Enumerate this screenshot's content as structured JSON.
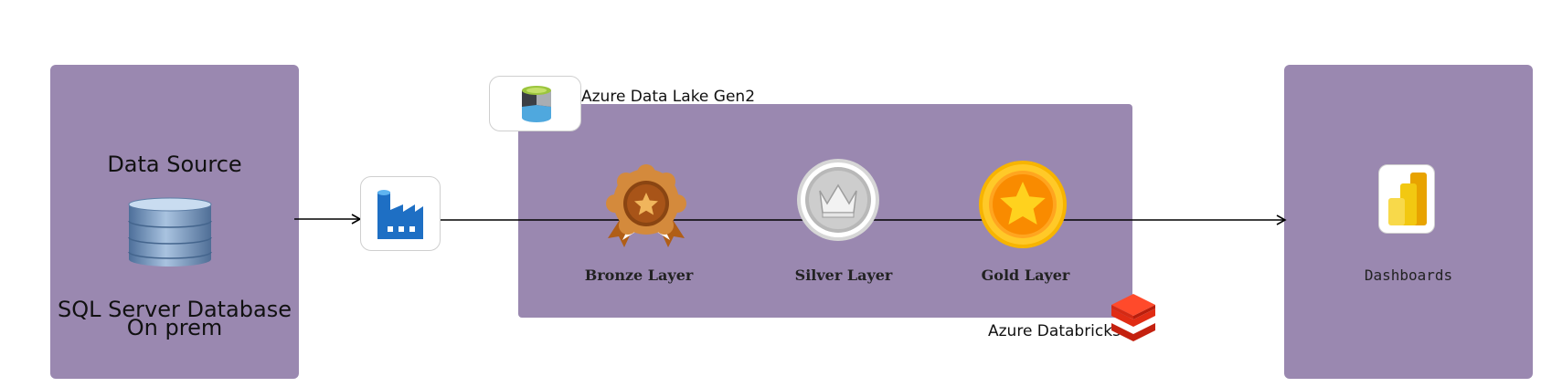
{
  "source": {
    "title": "Data Source",
    "subtitle_line1": "SQL Server Database",
    "subtitle_line2": "On prem"
  },
  "lake": {
    "label": "Azure Data Lake Gen2"
  },
  "layers": {
    "bronze": "Bronze Layer",
    "silver": "Silver Layer",
    "gold": "Gold Layer"
  },
  "databricks": {
    "label": "Azure Databricks"
  },
  "dashboard": {
    "label": "Dashboards"
  },
  "icons": {
    "database": "database-icon",
    "factory": "data-factory-icon",
    "lake": "data-lake-storage-icon",
    "bronze": "bronze-medal-icon",
    "silver": "silver-medal-icon",
    "gold": "gold-medal-icon",
    "databricks": "databricks-icon",
    "power_bi": "power-bi-icon"
  },
  "colors": {
    "panel": "#9a88b0",
    "bronze": "#b5651d",
    "silver": "#c8c8c8",
    "gold": "#f7a800",
    "databricks": "#ff3621",
    "factory": "#1e6fc4",
    "power_bi": "#f2c811"
  }
}
